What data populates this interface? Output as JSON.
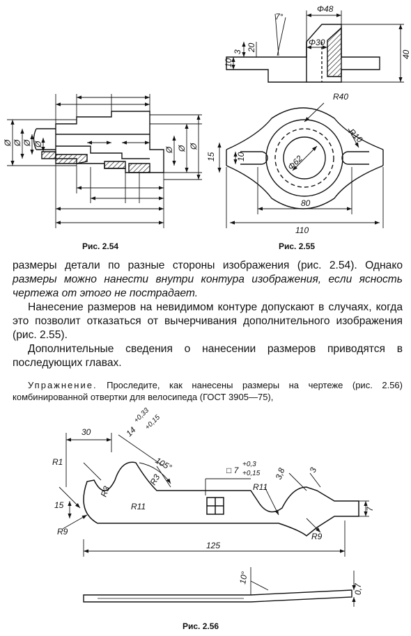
{
  "figures": {
    "fig54": {
      "caption": "Рис. 2.54",
      "dim_symbol": "Ø"
    },
    "fig55": {
      "caption": "Рис. 2.55",
      "dims": {
        "angle": "7°",
        "d48": "Φ48",
        "d30": "Φ30",
        "h3": "3",
        "h20": "20",
        "h10": "10",
        "h40": "40",
        "r40": "R40",
        "r10": "R10",
        "d62": "Φ62",
        "w15": "15",
        "w10": "10",
        "w80": "80",
        "w110": "110"
      }
    },
    "fig56": {
      "caption": "Рис. 2.56",
      "dims": {
        "d30": "30",
        "d14": "14",
        "d14_tol_up": "+0,33",
        "d14_tol_dn": "+0,15",
        "angle105": "105°",
        "r1": "R1",
        "r3a": "R3",
        "r3b": "R3",
        "sq7": "□ 7",
        "sq7_tol_up": "+0,3",
        "sq7_tol_dn": "+0,15",
        "d38": "3,8",
        "d3": "3",
        "d15": "15",
        "r11a": "R11",
        "r11b": "R11",
        "d7": "7",
        "r9a": "R9",
        "r9b": "R9",
        "d125": "125",
        "ang10": "10°",
        "d07": "0,7"
      }
    }
  },
  "paragraphs": {
    "p1_a": "размеры детали по разные стороны изображения (рис. 2.54). Однако ",
    "p1_b": "размеры можно нанести внутри контура изображения, если ясность чертежа от этого не пострадает.",
    "p2": "Нанесение размеров на невидимом контуре допускают в случаях, когда это позволит отказаться от вычерчивания дополнительного изображения (рис. 2.55).",
    "p3": "Дополнительные сведения о нанесении размеров приводятся в последующих главах."
  },
  "exercise": {
    "label": "Упражнение.",
    "text": " Проследите, как нанесены размеры на чертеже (рис. 2.56) комбинированной отвертки для велосипеда (ГОСТ 3905—75),"
  }
}
